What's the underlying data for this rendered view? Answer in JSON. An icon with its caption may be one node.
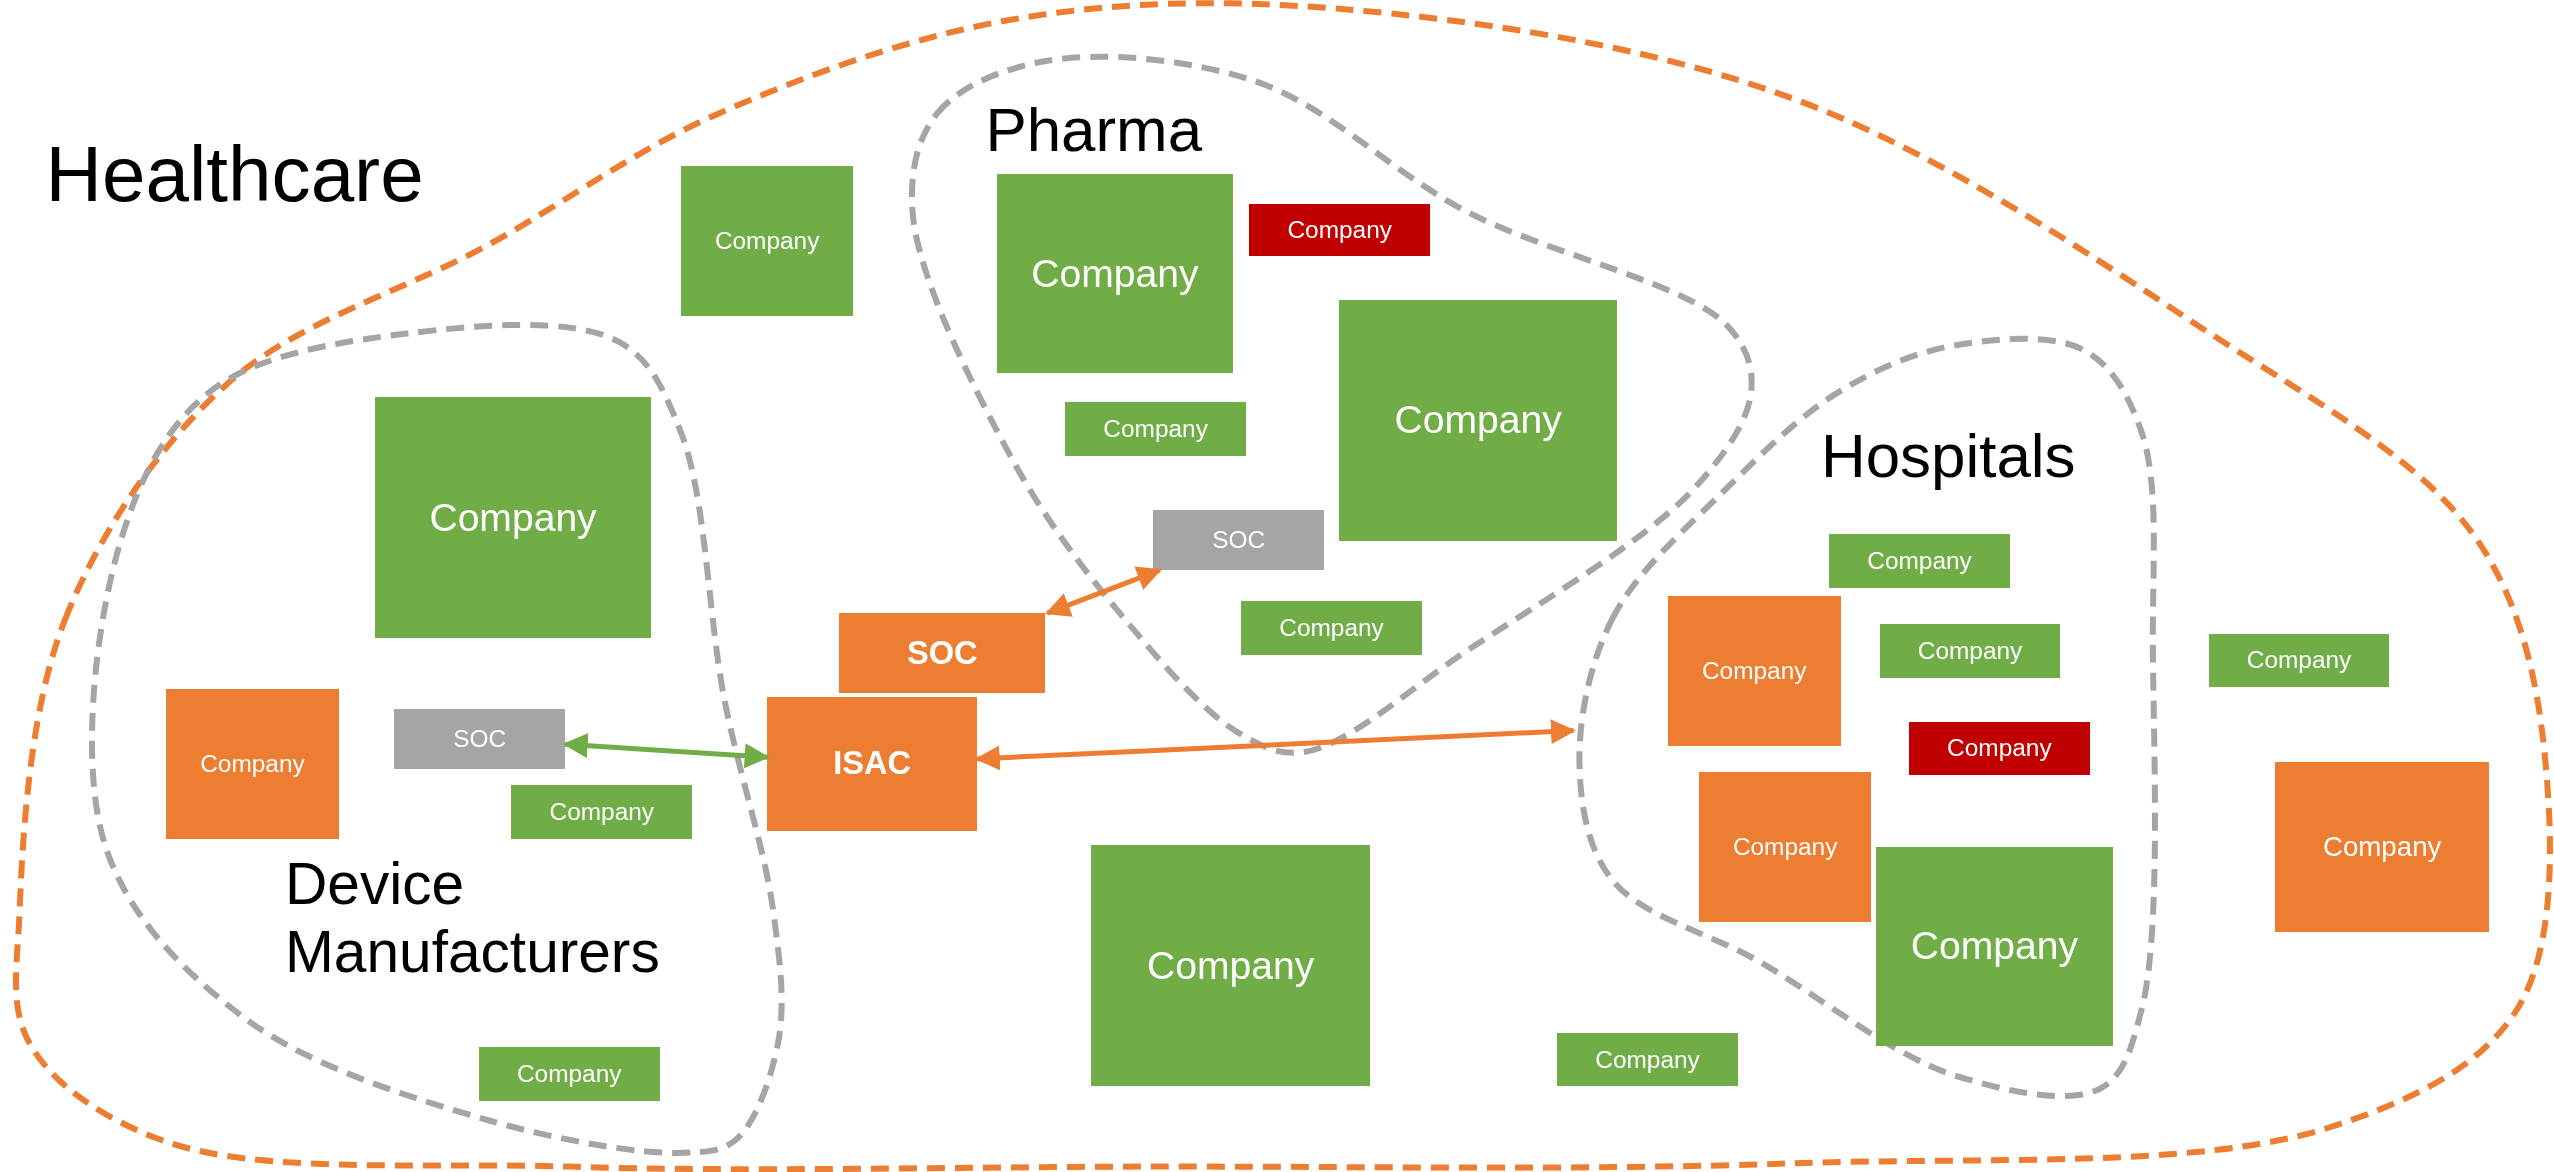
{
  "diagram": {
    "nodes": [
      {
        "text": [
          "Healthcare"
        ]
      },
      {
        "text": [
          "Company"
        ],
        "in": 0
      },
      {
        "text": [
          "Pharma"
        ],
        "in": 0
      },
      {
        "text": [
          "Company"
        ],
        "in": 2
      },
      {
        "text": [
          "Company"
        ],
        "in": 2
      },
      {
        "text": [
          "Company"
        ],
        "in": 2
      },
      {
        "text": [
          "Company"
        ],
        "in": 2
      },
      {
        "text": [
          "SOC"
        ],
        "in": 2
      },
      {
        "text": [
          "Company"
        ],
        "in": 2
      },
      {
        "text": [
          "Device Manufacturers"
        ],
        "in": 0
      },
      {
        "text": [
          "Company"
        ],
        "in": 9
      },
      {
        "text": [
          "Company"
        ],
        "in": 9
      },
      {
        "text": [
          "SOC"
        ],
        "in": 9
      },
      {
        "text": [
          "Company"
        ],
        "in": 9
      },
      {
        "text": [
          "Company"
        ],
        "in": 9
      },
      {
        "text": [
          "SOC"
        ],
        "in": 0
      },
      {
        "text": [
          "ISAC"
        ],
        "in": 0
      },
      {
        "text": [
          "Hospitals"
        ],
        "in": 0
      },
      {
        "text": [
          "Company"
        ],
        "in": 17
      },
      {
        "text": [
          "Company"
        ],
        "in": 17
      },
      {
        "text": [
          "Company"
        ],
        "in": 17
      },
      {
        "text": [
          "Company"
        ],
        "in": 17
      },
      {
        "text": [
          "Company"
        ],
        "in": 17
      },
      {
        "text": [
          "Company"
        ],
        "in": 17
      },
      {
        "text": [
          "Company"
        ],
        "in": 0
      },
      {
        "text": [
          "Company"
        ],
        "in": 0
      },
      {
        "text": [
          "Company"
        ],
        "in": 0
      },
      {
        "text": [
          "Company"
        ],
        "in": 0
      }
    ],
    "edges": [
      {
        "from": 12,
        "to": 16,
        "arrow": "both",
        "color": "#70ad47"
      },
      {
        "from": 15,
        "to": 7,
        "arrow": "both"
      },
      {
        "from": 16,
        "to": 17,
        "arrow": "both"
      }
    ]
  }
}
